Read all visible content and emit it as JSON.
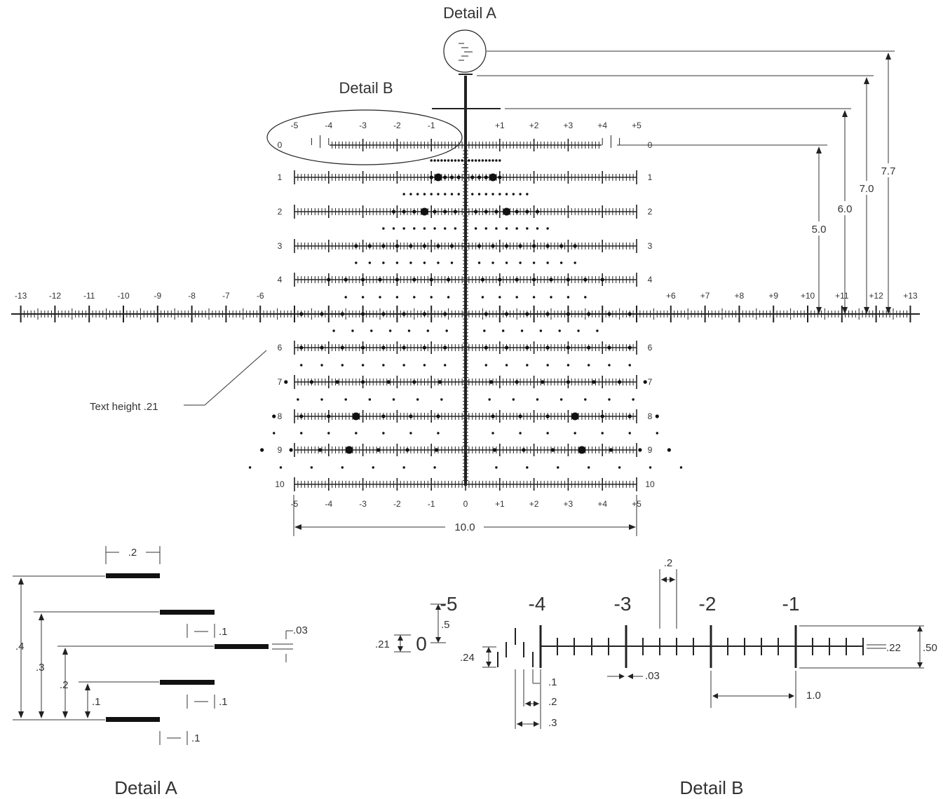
{
  "labels": {
    "detail_a_top": "Detail A",
    "detail_b_top": "Detail B",
    "detail_a_bottom": "Detail A",
    "detail_b_bottom": "Detail B",
    "text_height": "Text height .21"
  },
  "dimensions": {
    "d5": "5.0",
    "d6": "6.0",
    "d7": "7.0",
    "d77": "7.7",
    "width": "10.0"
  },
  "axes": {
    "horizontal_left": [
      "-13",
      "-12",
      "-11",
      "-10",
      "-9",
      "-8",
      "-7",
      "-6"
    ],
    "horizontal_right": [
      "+6",
      "+7",
      "+8",
      "+9",
      "+10",
      "+11",
      "+12",
      "+13"
    ],
    "row_top": [
      "-5",
      "-4",
      "-3",
      "-2",
      "-1",
      "+1",
      "+2",
      "+3",
      "+4",
      "+5"
    ],
    "row_bottom": [
      "-5",
      "-4",
      "-3",
      "-2",
      "-1",
      "0",
      "+1",
      "+2",
      "+3",
      "+4",
      "+5"
    ],
    "row_labels": [
      "0",
      "1",
      "2",
      "3",
      "4",
      "6",
      "7",
      "8",
      "9",
      "10"
    ]
  },
  "detail_a": {
    "w02": ".2",
    "h04": ".4",
    "h03": ".3",
    "h02": ".2",
    "h01": ".1",
    "g1": ".1",
    "g2": ".1",
    "g3": ".1",
    "t003": ".03"
  },
  "detail_b": {
    "n5": "-5",
    "n4": "-4",
    "n3": "-3",
    "n2": "-2",
    "n1": "-1",
    "zero": "0",
    "w02": ".2",
    "d05": ".5",
    "d021": ".21",
    "d024": ".24",
    "d022": ".22",
    "d050": ".50",
    "d003": ".03",
    "s1": ".1",
    "s2": ".2",
    "s3": ".3",
    "d10": "1.0"
  }
}
